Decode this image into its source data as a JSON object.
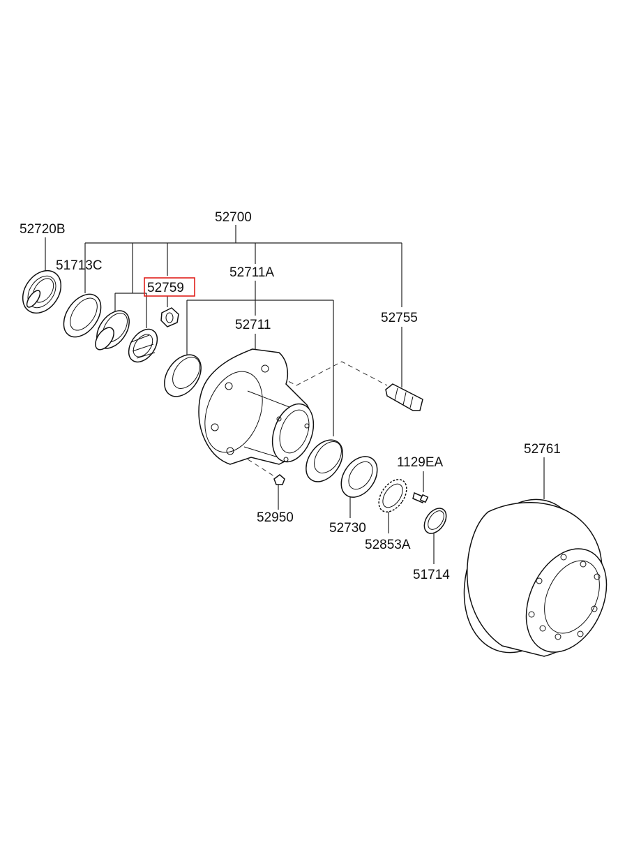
{
  "labels": {
    "l52700": "52700",
    "l52720B": "52720B",
    "l51713C": "51713C",
    "l52759": "52759",
    "l52711A": "52711A",
    "l52711": "52711",
    "l52755": "52755",
    "l52761": "52761",
    "l1129EA": "1129EA",
    "l52950": "52950",
    "l52730": "52730",
    "l52853A": "52853A",
    "l51714": "51714"
  },
  "colors": {
    "highlight": "#e0201b",
    "ink": "#111111"
  },
  "highlighted_part": "52759"
}
